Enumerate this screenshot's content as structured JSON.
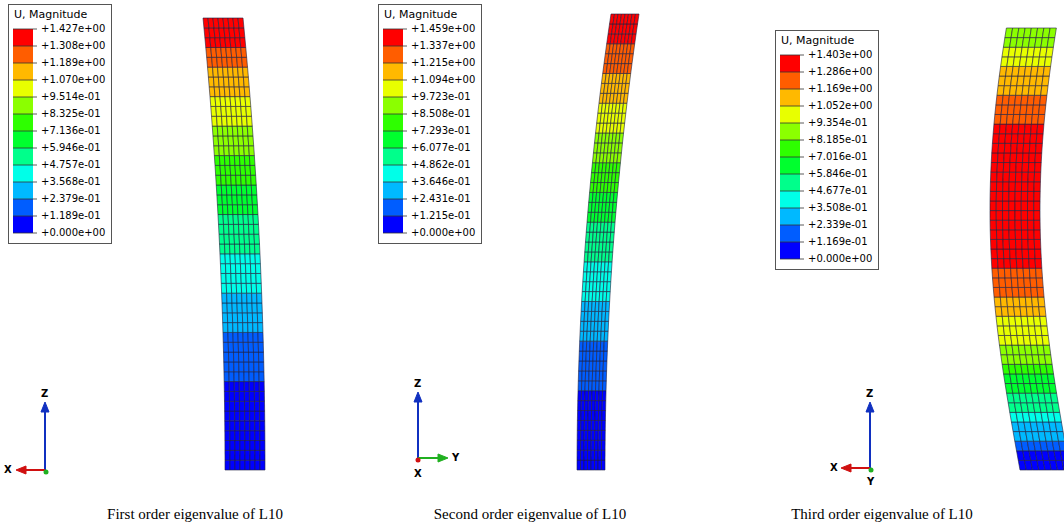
{
  "diagram": {
    "nodes": [
      {
        "text": [
          "U, Magnitude",
          "+1.427e+00",
          "+1.308e+00",
          "+1.189e+00",
          "+1.070e+00",
          "+9.514e-01",
          "+8.325e-01",
          "+7.136e-01",
          "+5.946e-01",
          "+4.757e-01",
          "+3.568e-01",
          "+2.379e-01",
          "+1.189e-01",
          "+0.000e+00"
        ]
      },
      {
        "text": [
          "U, Magnitude",
          "+1.459e+00",
          "+1.337e+00",
          "+1.215e+00",
          "+1.094e+00",
          "+9.723e-01",
          "+8.508e-01",
          "+7.293e-01",
          "+6.077e-01",
          "+4.862e-01",
          "+3.646e-01",
          "+2.431e-01",
          "+1.215e-01",
          "+0.000e+00"
        ]
      },
      {
        "text": [
          "U, Magnitude",
          "+1.403e+00",
          "+1.286e+00",
          "+1.169e+00",
          "+1.052e+00",
          "+9.354e-01",
          "+8.185e-01",
          "+7.016e-01",
          "+5.846e-01",
          "+4.677e-01",
          "+3.508e-01",
          "+2.339e-01",
          "+1.169e-01",
          "+0.000e+00"
        ]
      }
    ],
    "labels": [
      "First order eigenvalue of L10",
      "Second order eigenvalue of L10",
      "Third order eigenvalue of L10",
      "Z",
      "X",
      "Z",
      "Y",
      "X",
      "Z",
      "X",
      "Y"
    ]
  }
}
